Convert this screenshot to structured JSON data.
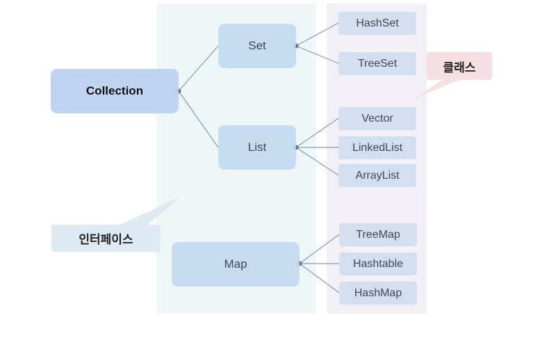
{
  "root": {
    "label": "Collection"
  },
  "interfaces": {
    "set": "Set",
    "list": "List",
    "map": "Map"
  },
  "classes": {
    "hashset": "HashSet",
    "treeset": "TreeSet",
    "vector": "Vector",
    "linkedlist": "LinkedList",
    "arraylist": "ArrayList",
    "treemap": "TreeMap",
    "hashtable": "Hashtable",
    "hashmap": "HashMap"
  },
  "callouts": {
    "class_label": "클래스",
    "interface_label": "인터페이스"
  },
  "colors": {
    "line": "#7f9cbc",
    "dot": "#5e7894",
    "interface_panel": "#eef6f8",
    "class_panel": "#f2eff6",
    "class_callout": "#f5dfe2",
    "interface_callout": "#dde9f3"
  }
}
